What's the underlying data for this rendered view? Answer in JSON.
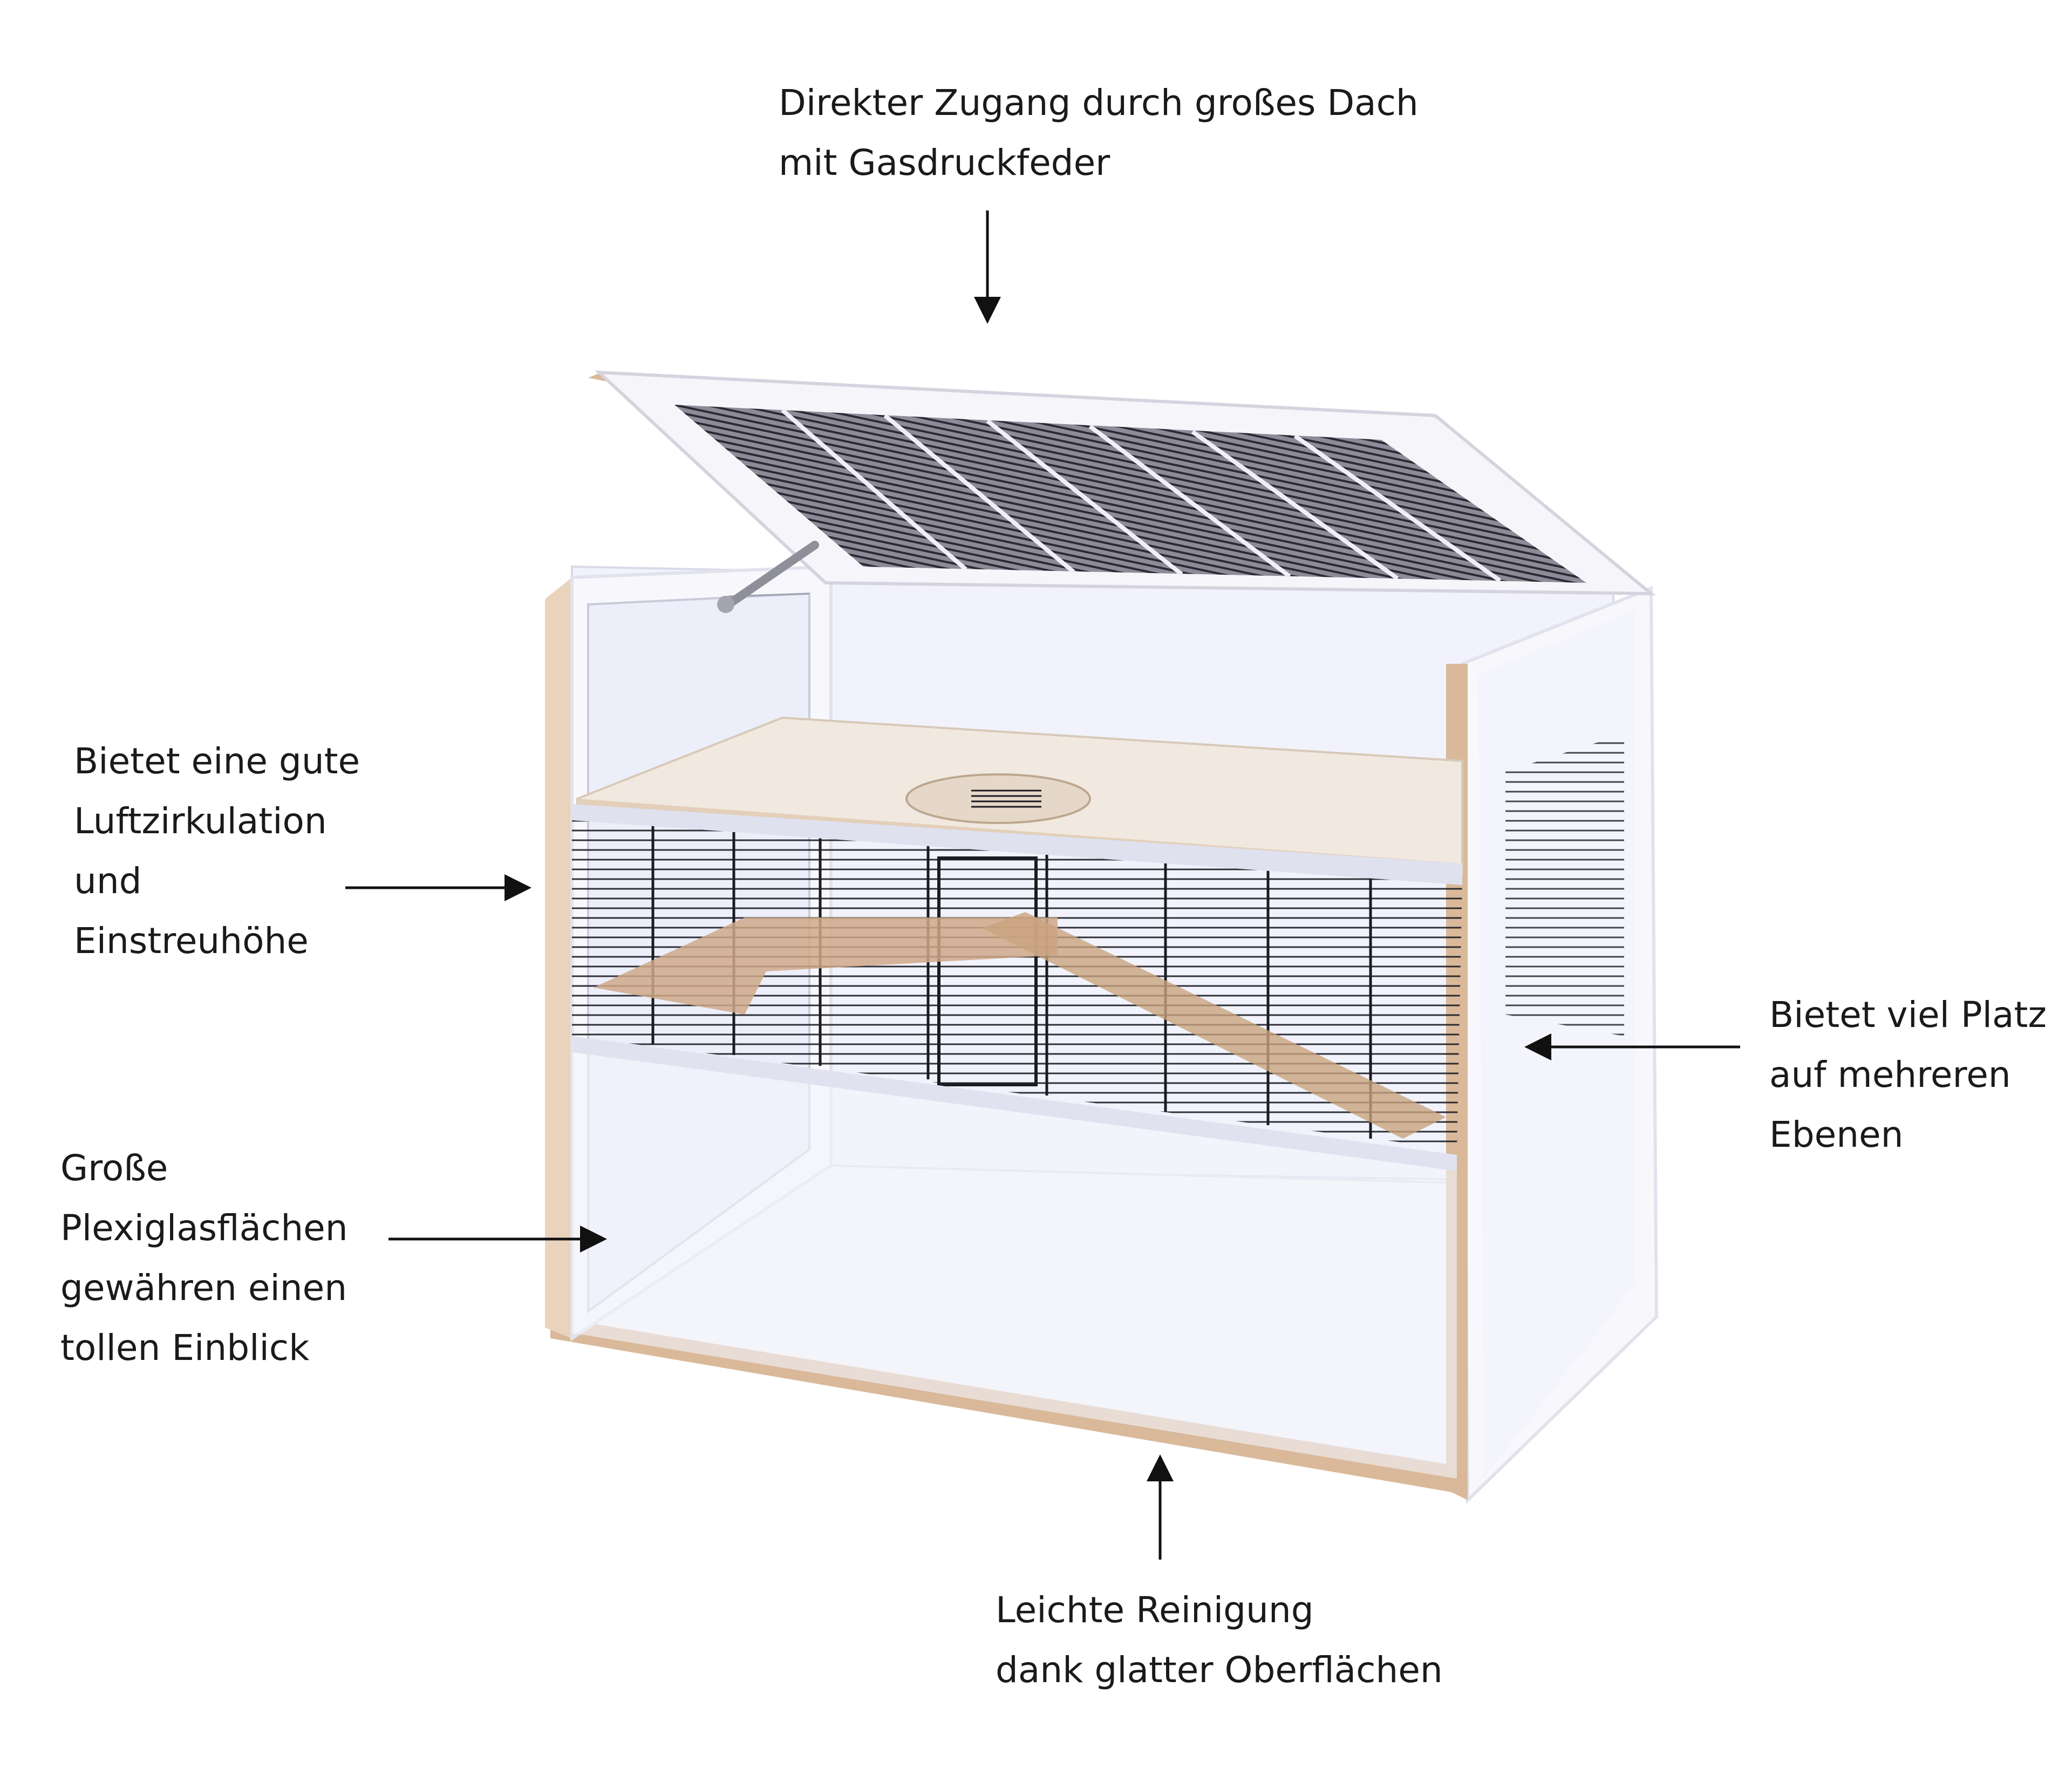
{
  "annotations": {
    "roof": {
      "lines": [
        "Direkter Zugang durch großes Dach",
        "mit Gasdruckfeder"
      ]
    },
    "air": {
      "lines": [
        "Bietet eine gute",
        "Luftzirkulation",
        "und",
        "Einstreuhöhe"
      ]
    },
    "glass": {
      "lines": [
        "Große",
        "Plexiglasflächen",
        "gewähren einen",
        "tollen Einblick"
      ]
    },
    "levels": {
      "lines": [
        "Bietet viel Platz",
        "auf mehreren",
        "Ebenen"
      ]
    },
    "clean": {
      "lines": [
        "Leichte Reinigung",
        "dank glatter Oberflächen"
      ]
    }
  },
  "colors": {
    "text": "#1a1a1a",
    "arrow": "#111111",
    "frame_white": "#f4f2f6",
    "plywood_edge": "#d9b99a",
    "glass": "#eef0fa",
    "wire": "#1b1b22",
    "wood_ramp": "#c9a27f",
    "shelf": "#efe6dc"
  }
}
